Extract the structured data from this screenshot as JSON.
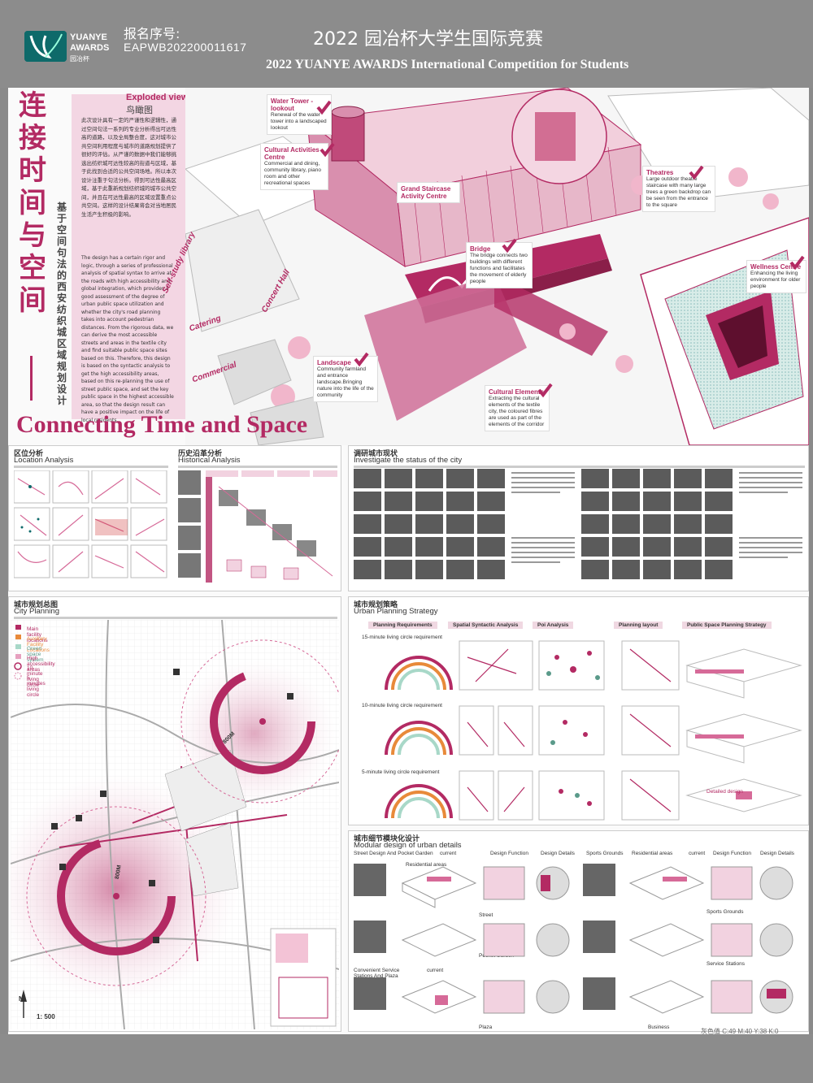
{
  "header": {
    "logo_line1": "YUANYE",
    "logo_line2": "AWARDS",
    "logo_cn": "园冶杯",
    "reg_label": "报名序号:",
    "reg_number": "EAPWB202200011617",
    "title_cn": "2022 园冶杯大学生国际竞赛",
    "title_en": "2022 YUANYE AWARDS International Competition for  Students",
    "brand_color": "#0e6a6a"
  },
  "poster": {
    "vertical_title": [
      "连",
      "接",
      "时",
      "间",
      "与",
      "空",
      "间"
    ],
    "vertical_subtitle": "基于空间句法的西安纺织城区域规划设计",
    "exploded_en": "Exploded view",
    "exploded_cn": "鸟瞰图",
    "intro_cn": "此次设计具有一定的严谨性和逻辑性，通过空间句法一系列的专业分析得出可达性高的道路，以及全局整合度，这对城市公共空间利用程度与城市的道路规划提供了很好的评估。从严谨的数据中我们能够挑选出纺织城可达性较高的街道与区域，基于此找到合适的公共空间场地。所以本次设计注重于句法分析。得到可达性最高区域，基于此重新规划纺织城的城市公共空间，并且在可达性最高的区域设置重点公共空间。这样的设计结果将会对当地居民生活产生积极的影响。",
    "intro_en": "The design has a certain rigor and logic, through a series of professional analysis of spatial syntax to arrive at the roads with high accessibility and global integration, which provides a good assessment of the degree of urban public space utilization and whether the city's road planning takes into account pedestrian distances. From the rigorous data, we can derive the most accessible streets and areas in the textile city and find suitable public space sites based on this. Therefore, this design is based on the syntactic analysis to get the high accessibility areas, based on this re-planning the use of street public space, and set the key public space in the highest accessible area, so that the design result can have a positive impact on the life of local residents.",
    "main_title": "Connecting Time and Space",
    "accent_color": "#b32a63",
    "side_labels": [
      "Self-study library",
      "Catering",
      "Concert Hall",
      "Commercial"
    ],
    "callouts": [
      {
        "title": "Water Tower - lookout",
        "body": "Renewal of the water tower into a landscaped lookout"
      },
      {
        "title": "Cultural Activities Centre",
        "body": "Commercial and dining, community library, piano room and other recreational spaces"
      },
      {
        "title": "Grand Staircase Activity Centre",
        "body": ""
      },
      {
        "title": "Theatres",
        "body": "Large outdoor theatre staircase with many large trees a green backdrop can be seen from the entrance to the square"
      },
      {
        "title": "Bridge",
        "body": "The bridge connects two buildings with different functions and facilitates the movement of elderly people"
      },
      {
        "title": "Wellness Centre",
        "body": "Enhancing the living environment for older people"
      },
      {
        "title": "Landscape",
        "body": "Community farmland and entrance landscape.Bringing nature into the life of the community"
      },
      {
        "title": "Cultural Elements",
        "body": "Extracting the cultural elements of the textile city, the coloured fibres are used as part of the elements of the corridor"
      }
    ]
  },
  "sections": {
    "location": {
      "cn": "区位分析",
      "en": "Location Analysis"
    },
    "history": {
      "cn": "历史沿革分析",
      "en": "Historical Analysis"
    },
    "investigate": {
      "cn": "调研城市现状",
      "en": "Investigate the status of the city"
    },
    "city_planning": {
      "cn": "城市规划总图",
      "en": "City Planning",
      "scale": "1: 500",
      "north": "N",
      "dist1": "800M",
      "dist2": "800M"
    },
    "strategy": {
      "cn": "城市规划策略",
      "en": "Urban Planning Strategy",
      "columns": [
        "Planning Requirements",
        "Spatial Syntactic Analysis",
        "Poi Analysis",
        "Planning layout",
        "Public Space Planning Strategy"
      ],
      "rows": [
        "15-minute living circle requirement",
        "10-minute living circle requirement",
        "5-minute living circle requirement"
      ],
      "detailed": "Detailed design"
    },
    "modular": {
      "cn": "城市细节模块化设计",
      "en": "Modular design of urban details",
      "left_heads": [
        "Street Design And Pocket Garden",
        "current",
        "Design Function",
        "Design Details"
      ],
      "right_heads": [
        "Sports Grounds",
        "Residential areas",
        "current",
        "Design Function",
        "Design Details"
      ],
      "left_bottom": [
        "Convenient Service Stations And Plaza",
        "current"
      ],
      "labels": [
        "Residential areas",
        "Street",
        "Pocket Garden",
        "Plaza",
        "Sports Grounds",
        "Service Stations",
        "Business"
      ]
    }
  },
  "legend": [
    {
      "label": "Main facility locations",
      "color": "#b32a63"
    },
    {
      "label": "Auxiliary Facility Locations",
      "color": "#e88a3a"
    },
    {
      "label": "Green space system",
      "color": "#a8d8c8"
    },
    {
      "label": "High accessibility areas",
      "color": "#e6a0bf"
    },
    {
      "label": "10-minute living circle",
      "color": "#b32a63"
    },
    {
      "label": "5 minutes living circle",
      "color": "#d66a98"
    }
  ],
  "footer_note": "灰色值  C:49 M:40 Y:38 K:0"
}
